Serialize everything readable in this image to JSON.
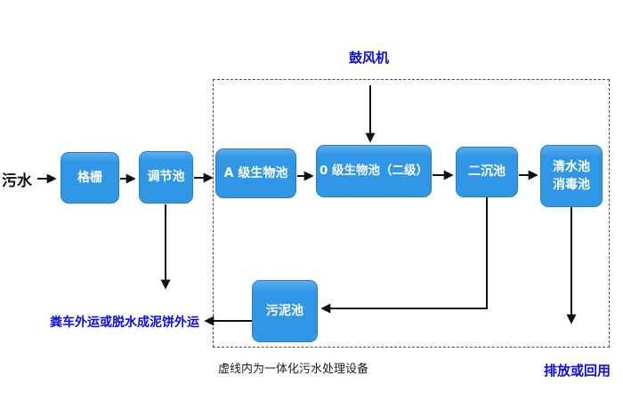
{
  "diagram": {
    "labels": {
      "influent": "污水",
      "blower": "鼓风机",
      "sludge_disposal": "粪车外运或脱水成泥饼外运",
      "discharge": "排放或回用",
      "boundary_note": "虚线内为一体化污水处理设备"
    },
    "nodes": {
      "grid": "格栅",
      "regulating_tank": "调节池",
      "a_bio_tank": "A 级生物池",
      "o_bio_tank": "0 级生物池（二级）",
      "secondary_clarifier": "二沉池",
      "clear_water_tank": "清水池",
      "disinfection_tank": "消毒池",
      "sludge_tank": "污泥池"
    },
    "colors": {
      "node_fill": "#2f97e6",
      "node_border": "#2a7fc4",
      "blue_label": "#0a0af2",
      "arrow": "#111111",
      "dashed_boundary": "#4a4a4a"
    }
  }
}
